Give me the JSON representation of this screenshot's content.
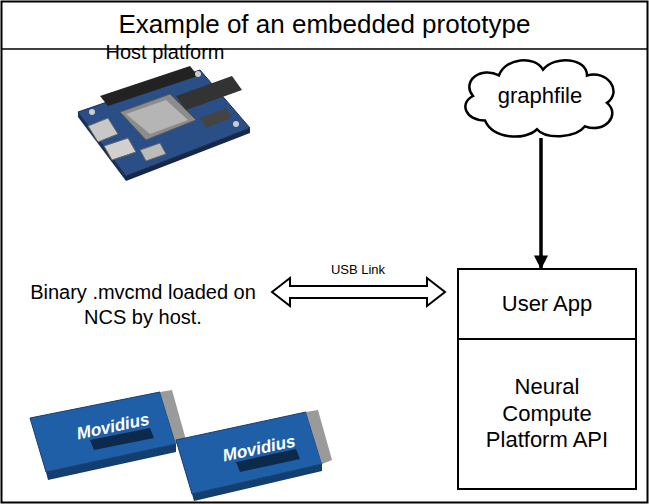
{
  "diagram": {
    "title": "Example of an embedded prototype",
    "nodes": [
      {
        "text": [
          "graphfile"
        ]
      },
      {
        "text": [
          "User App"
        ]
      },
      {
        "text": [
          "Neural Compute Platform API"
        ]
      }
    ],
    "edges": [
      {
        "from": 0,
        "to": 1,
        "arrow": "to"
      }
    ],
    "labels": [
      "Host platform",
      "Binary .mvcmd loaded on NCS by host.",
      "USB Link",
      "Movidius",
      "Movidius"
    ]
  }
}
